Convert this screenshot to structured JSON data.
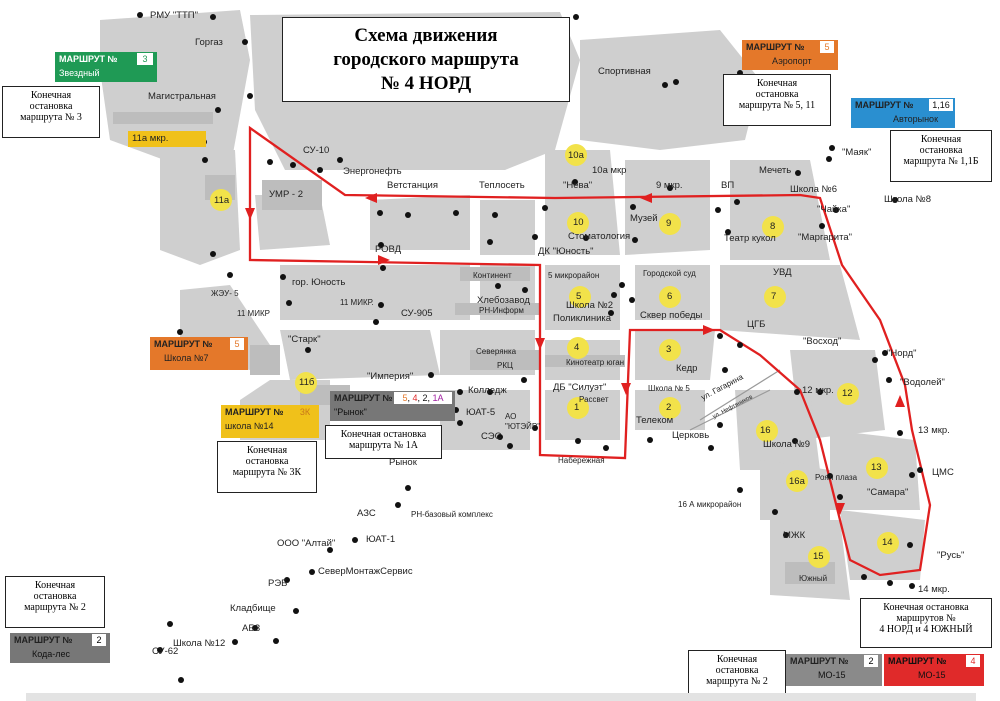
{
  "title": {
    "line1": "Схема движения",
    "line2": "городского маршрута",
    "line3": "№ 4 НОРД"
  },
  "routes": {
    "r3": {
      "label": "МАРШРУТ №",
      "num": "3",
      "stop": "Звездный",
      "color": "#1f9a55"
    },
    "r5_11": {
      "label": "МАРШРУТ №",
      "num": "5",
      "stop": "Аэропорт",
      "color": "#e4782a"
    },
    "r116": {
      "label": "МАРШРУТ №",
      "num": "1,16",
      "stop": "Авторынок",
      "color": "#2a8fd0"
    },
    "r5": {
      "label": "МАРШРУТ №",
      "num": "5",
      "stop": "Школа №7",
      "color": "#e4782a"
    },
    "r3k": {
      "label": "МАРШРУТ №",
      "num": "3К",
      "stop": "школа №14",
      "color": "#f0c11a"
    },
    "rynok": {
      "label": "МАРШРУТ №",
      "num1": "5",
      "num2": "4",
      "num3": "2",
      "num4": "1А",
      "stop": "\"Рынок\"",
      "color": "#777777"
    },
    "r2": {
      "label": "МАРШРУТ №",
      "num": "2",
      "stop": "Кода-лес",
      "color": "#777777"
    },
    "r2mo": {
      "label": "МАРШРУТ №",
      "num": "2",
      "stop": "МО-15",
      "color": "#8a8a8a"
    },
    "r4mo": {
      "label": "МАРШРУТ №",
      "num": "4",
      "stop": "МО-15",
      "color": "#e02a2a"
    }
  },
  "notes": {
    "n3": [
      "Конечная",
      "остановка",
      "маршрута № 3"
    ],
    "n511": [
      "Конечная",
      "остановка",
      "маршрута № 5, 11"
    ],
    "n11b": [
      "Конечная",
      "остановка",
      "маршрута № 1,1Б"
    ],
    "n1a": [
      "Конечная остановка",
      "маршрута № 1А"
    ],
    "n3k": [
      "Конечная",
      "остановка",
      "маршрута № 3К"
    ],
    "n2a": [
      "Конечная",
      "остановка",
      "маршрута № 2"
    ],
    "n2b": [
      "Конечная",
      "остановка",
      "маршрута № 2"
    ],
    "n4": [
      "Конечная остановка",
      "маршрутов №",
      "4 НОРД и 4 ЮЖНЫЙ"
    ]
  },
  "labels": {
    "rmu": "РМУ \"ТТП\"",
    "gorgaz": "Горгаз",
    "magistralnaya": "Магистральная",
    "mkr11a": "11а мкр.",
    "d11a": "11а",
    "su10": "СУ-10",
    "energoneft": "Энергонефть",
    "vetstanciya": "Ветстанция",
    "teploset": "Теплосеть",
    "umr2": "УМР - 2",
    "rovd": "РОВД",
    "gor_yunost": "гор. Юность",
    "zhey5": "ЖЭУ- 5",
    "mikr11a": "11 МИКР",
    "mikr11b": "11 МИКР.",
    "kontinent": "Континент",
    "mkr5": "5 микрорайон",
    "hlebozavod": "Хлебозавод",
    "rn_inform": "РН-Информ",
    "su905": "СУ-905",
    "stark": "\"Старк\"",
    "imperiya": "\"Империя\"",
    "d11b": "11б",
    "severyanka": "Северянка",
    "rkc": "РКЦ",
    "kolledzh": "Колледж",
    "yuat5": "ЮАТ-5",
    "ao_yuat": "АО\n\"ЮТЭЙР\"",
    "ses": "СЭС",
    "rynok": "Рынок",
    "sportivnaya": "Спортивная",
    "d10a": "10а",
    "mkr10a": "10а мкр",
    "neva": "\"Нева\"",
    "mkr9": "9 мкр.",
    "vp": "ВП",
    "mecheti": "Мечеть",
    "mayak": "\"Маяк\"",
    "shkola6": "Школа №6",
    "shkola8": "Школа №8",
    "chayka": "\"Чайка\"",
    "d10": "10",
    "stomatologiya": "Стоматология",
    "dk_yunost": "ДК \"Юность\"",
    "muzey": "Музей",
    "d9": "9",
    "teatr": "Театр кукол",
    "d8": "8",
    "margarita": "\"Маргарита\"",
    "d5": "5",
    "shkola2": "Школа №2",
    "poliklinika": "Поликлиника",
    "gorsud": "Городской суд",
    "d6": "6",
    "skver": "Сквер победы",
    "uvd": "УВД",
    "d7": "7",
    "cgb": "ЦГБ",
    "voshod": "\"Восход\"",
    "nord": "\"Норд\"",
    "d4": "4",
    "kinoteatr": "Кинотеатр юган",
    "d3": "3",
    "kedr": "Кедр",
    "vodoley": "\"Водолей\"",
    "dbsiluet": "ДБ \"Силуэт\"",
    "rassvet": "Рассвет",
    "shkola5": "Школа № 5",
    "d1": "1",
    "d2": "2",
    "telekom": "Телеком",
    "cerkov": "Церковь",
    "naberezhnaya": "Набережная",
    "ul_gagarina": "ул. Гагарина",
    "ul_nefty": "ул. Нефтяников",
    "mkr12": "12 мкр.",
    "d12": "12",
    "d16": "16",
    "shkola9": "Школа №9",
    "mkr13": "13 мкр.",
    "d13": "13",
    "cms": "ЦМС",
    "d16a": "16а",
    "royal": "Роял плаза",
    "samara": "\"Самара\"",
    "mkr16a": "16 А микрорайон",
    "mzhk": "МЖК",
    "d15": "15",
    "yuzhnyy": "Южный",
    "d14": "14",
    "rus": "\"Русь\"",
    "mkr14": "14 мкр.",
    "azs": "АЗС",
    "rn_baz": "РН-базовый комплекс",
    "altay": "ООО \"Алтай\"",
    "yuat1": "ЮАТ-1",
    "severmontazh": "СеверМонтажСервис",
    "reb": "РЭБ",
    "kladbische": "Кладбище",
    "abz": "АБЗ",
    "shkola12": "Школа №12",
    "su62": "СУ-62"
  }
}
